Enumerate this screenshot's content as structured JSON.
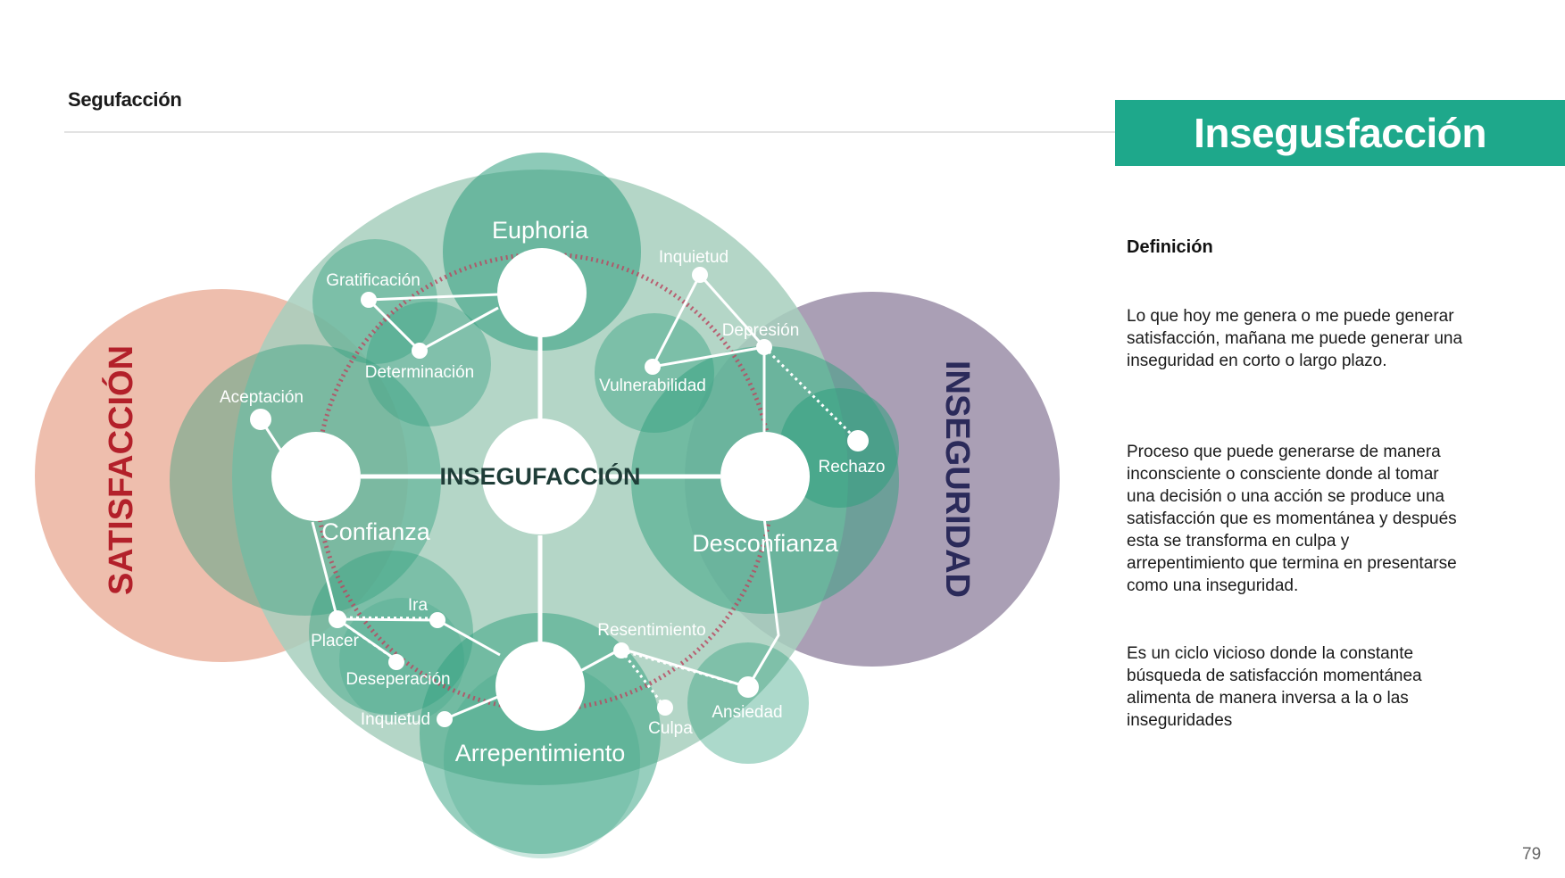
{
  "header": {
    "section_label": "Segufacción",
    "title": "Insegusfacción"
  },
  "definition": {
    "heading": "Definición",
    "paragraphs": [
      "Lo que hoy me genera o me puede generar satisfacción, mañana me puede generar una inseguridad en corto o largo plazo.",
      "Proceso que puede generarse de manera inconsciente o consciente donde al tomar una decisión o una acción se produce una satisfacción que es momentánea y después esta se transforma en culpa y arrepentimiento que termina en presentarse como una inseguridad.",
      "Es un ciclo vicioso donde la constante búsqueda de satisfacción momentánea alimenta de manera inversa a la o las inseguridades"
    ]
  },
  "page_number": "79",
  "diagram": {
    "center_label": "INSEGUFACCIÓN",
    "side_labels": {
      "left": "SATISFACCIÓN",
      "right": "INSEGURIDAD"
    },
    "main_nodes": {
      "top": "Euphoria",
      "left": "Confianza",
      "right": "Desconfianza",
      "bottom": "Arrepentimiento"
    },
    "sub_nodes": {
      "gratificacion": "Gratificación",
      "determinacion": "Determinación",
      "aceptacion": "Aceptación",
      "inquietud_top": "Inquietud",
      "depresion": "Depresión",
      "vulnerabilidad": "Vulnerabilidad",
      "rechazo": "Rechazo",
      "ira": "Ira",
      "placer": "Placer",
      "desesperacion": "Deseperación",
      "inquietud_bottom": "Inquietud",
      "resentimiento": "Resentimiento",
      "ansiedad": "Ansiedad",
      "culpa": "Culpa"
    },
    "colors": {
      "teal": "#2f9f7e",
      "teal_light": "#a7cfbd",
      "satisfaccion": "#e8a892",
      "inseguridad": "#8e7f9c",
      "satisfaccion_text": "#b3202a",
      "inseguridad_text": "#2b2a5a",
      "center_text": "#1f3d38",
      "cycle_ring": "#b94a62",
      "banner": "#1ea88b"
    }
  }
}
